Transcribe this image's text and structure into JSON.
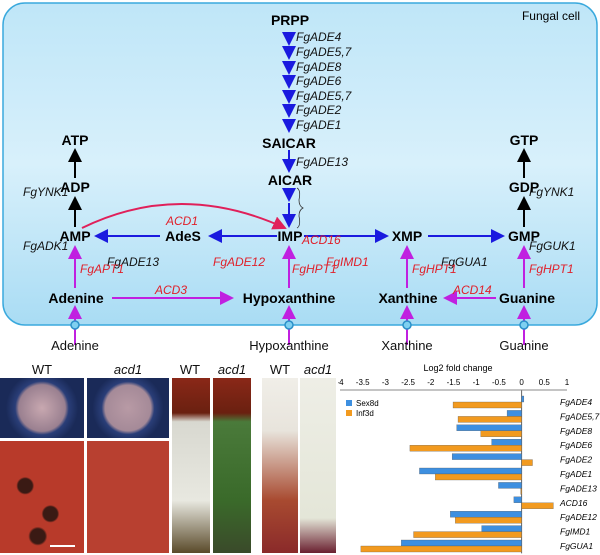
{
  "diagram": {
    "cell_label": "Fungal cell",
    "nodes": {
      "prpp": "PRPP",
      "saicar": "SAICAR",
      "aicar": "AICAR",
      "atp": "ATP",
      "adp": "ADP",
      "amp": "AMP",
      "ades": "AdeS",
      "imp": "IMP",
      "xmp": "XMP",
      "gmp": "GMP",
      "gdp": "GDP",
      "gtp": "GTP",
      "adenine": "Adenine",
      "hypoxanthine": "Hypoxanthine",
      "xanthine": "Xanthine",
      "guanine": "Guanine"
    },
    "de_novo_genes": [
      "FgADE4",
      "FgADE5,7",
      "FgADE8",
      "FgADE6",
      "FgADE5,7",
      "FgADE2",
      "FgADE1"
    ],
    "genes": {
      "saicar_aicar": "FgADE13",
      "acd16": "ACD16",
      "acd1": "ACD1",
      "ynk1_left": "FgYNK1",
      "adk1": "FgADK1",
      "ade13": "FgADE13",
      "ade12": "FgADE12",
      "imd1": "FgIMD1",
      "gua1": "FgGUA1",
      "ynk1_right": "FgYNK1",
      "guk1": "FgGUK1",
      "apt1": "FgAPT1",
      "hpt1_a": "FgHPT1",
      "hpt1_b": "FgHPT1",
      "hpt1_c": "FgHPT1",
      "acd3": "ACD3",
      "acd14": "ACD14"
    },
    "external": [
      "Adenine",
      "Hypoxanthine",
      "Xanthine",
      "Guanine"
    ]
  },
  "photos": {
    "labels": [
      "WT",
      "acd1",
      "WT",
      "acd1",
      "WT",
      "acd1"
    ]
  },
  "chart_data": {
    "type": "bar",
    "orientation": "horizontal",
    "title": "Log2 fold change",
    "xlim": [
      -4,
      1
    ],
    "ticks": [
      "-4",
      "-3.5",
      "-3",
      "-2.5",
      "-2",
      "-1.5",
      "-1",
      "-0.5",
      "0",
      "0.5",
      "1"
    ],
    "categories": [
      "FgADE4",
      "FgADE5,7",
      "FgADE8",
      "FgADE6",
      "FgADE2",
      "FgADE1",
      "FgADE13",
      "ACD16",
      "FgADE12",
      "FgIMD1",
      "FgGUA1"
    ],
    "series": [
      {
        "name": "Sex8d",
        "color": "#3d8fe0",
        "values": [
          0.05,
          -0.32,
          -1.43,
          -0.66,
          -1.53,
          -2.25,
          -0.51,
          -0.17,
          -1.57,
          -0.88,
          -2.65
        ]
      },
      {
        "name": "Inf3d",
        "color": "#f29a1f",
        "values": [
          -1.51,
          -1.4,
          -0.9,
          -2.46,
          0.24,
          -1.9,
          -0.02,
          0.7,
          -1.46,
          -2.38,
          -3.54
        ]
      }
    ],
    "legend": "top-left"
  }
}
